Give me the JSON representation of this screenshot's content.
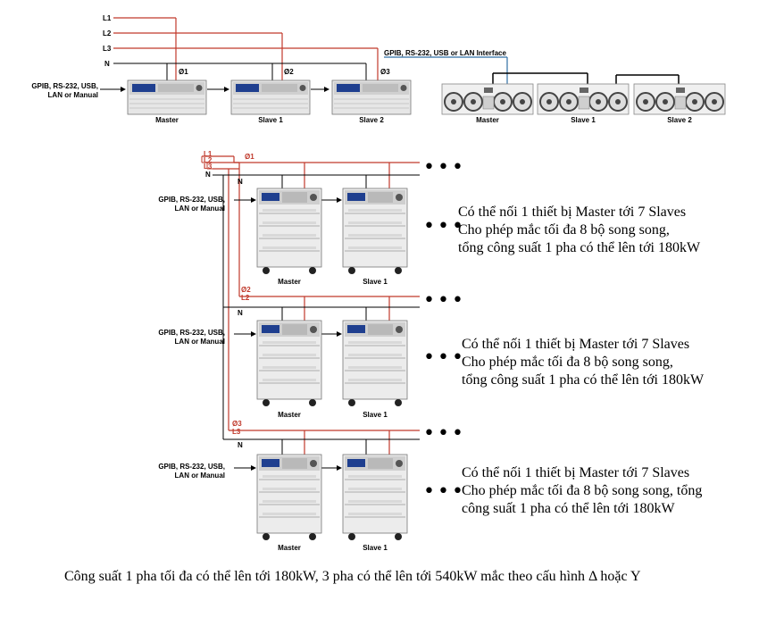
{
  "top_left": {
    "lines": [
      "L1",
      "L2",
      "L3",
      "N"
    ],
    "phases": [
      "Ø1",
      "Ø2",
      "Ø3"
    ],
    "interface": "GPIB, RS-232, USB,\nLAN or Manual",
    "units": [
      "Master",
      "Slave 1",
      "Slave 2"
    ]
  },
  "top_right": {
    "interface": "GPIB, RS-232, USB or  LAN Interface",
    "units": [
      "Master",
      "Slave 1",
      "Slave 2"
    ]
  },
  "groups": [
    {
      "lines": [
        "L1",
        "L2",
        "L3",
        "N"
      ],
      "phase": "Ø1",
      "line_n": "N",
      "interface": "GPIB, RS-232, USB,\nLAN or Manual",
      "units": [
        "Master",
        "Slave 1"
      ],
      "description": [
        "Có thể nối 1 thiết bị Master tới 7 Slaves",
        "Cho phép mắc tối đa 8 bộ song song,",
        "tổng công suất 1 pha có thể lên tới 180kW"
      ]
    },
    {
      "phase": "Ø2",
      "line": "L2",
      "line_n": "N",
      "interface": "GPIB, RS-232, USB,\nLAN or Manual",
      "units": [
        "Master",
        "Slave 1"
      ],
      "description": [
        "Có thể nối 1 thiết bị Master tới 7 Slaves",
        "Cho phép mắc tối đa 8 bộ song song,",
        "tổng công suất 1 pha có thể lên tới 180kW"
      ]
    },
    {
      "phase": "Ø3",
      "line": "L3",
      "line_n": "N",
      "interface": "GPIB, RS-232, USB,\nLAN or Manual",
      "units": [
        "Master",
        "Slave 1"
      ],
      "description": [
        "Có thể nối 1 thiết bị Master tới 7 Slaves",
        "Cho phép mắc tối đa 8 bộ song song, tổng",
        "công suất 1 pha có thể lên tới 180kW"
      ]
    }
  ],
  "dots": "•••",
  "caption": "Công suất 1 pha tối đa có thể lên tới 180kW, 3 pha có thể lên tới 540kW mắc theo cấu hình Δ hoặc Y",
  "colors": {
    "phase_line": "#c0392b",
    "neutral": "#000000",
    "interface_line": "#2e6da4"
  }
}
